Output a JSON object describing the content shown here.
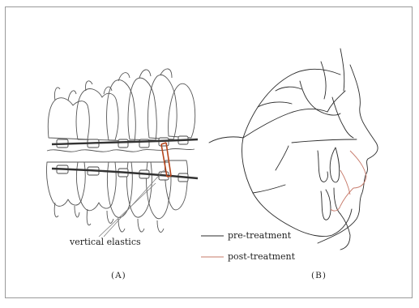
{
  "annotation": "vertical elastics",
  "panels": {
    "a": "(A)",
    "b": "(B)"
  },
  "legend": {
    "pre": {
      "label": "pre-treatment",
      "color": "#2b2b2b"
    },
    "post": {
      "label": "post-treatment",
      "color": "#c77a6a"
    }
  },
  "colors": {
    "elastic": "#b5451b",
    "outline": "#555555",
    "frame": "#9a9a9a"
  }
}
